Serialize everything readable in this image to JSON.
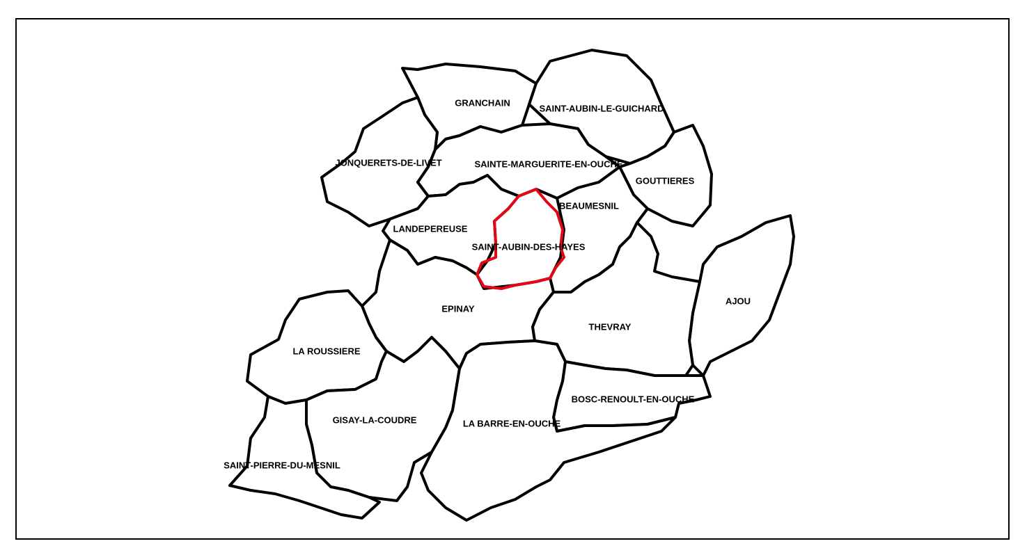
{
  "map": {
    "highlight_color": "#e30613",
    "border_color": "#000000",
    "communes": [
      {
        "id": "granchain",
        "label": "GRANCHAIN"
      },
      {
        "id": "saint-aubin-le-guichard",
        "label": "SAINT-AUBIN-LE-GUICHARD"
      },
      {
        "id": "jonquerets-de-livet",
        "label": "JONQUERETS-DE-LIVET"
      },
      {
        "id": "sainte-marguerite-en-ouche",
        "label": "SAINTE-MARGUERITE-EN-OUCHE"
      },
      {
        "id": "gouttieres",
        "label": "GOUTTIERES"
      },
      {
        "id": "beaumesnil",
        "label": "BEAUMESNIL"
      },
      {
        "id": "landepereuse",
        "label": "LANDEPEREUSE"
      },
      {
        "id": "saint-aubin-des-hayes",
        "label": "SAINT-AUBIN-DES-HAYES",
        "highlighted": true
      },
      {
        "id": "ajou",
        "label": "AJOU"
      },
      {
        "id": "epinay",
        "label": "EPINAY"
      },
      {
        "id": "thevray",
        "label": "THEVRAY"
      },
      {
        "id": "la-roussiere",
        "label": "LA ROUSSIERE"
      },
      {
        "id": "bosc-renoult-en-ouche",
        "label": "BOSC-RENOULT-EN-OUCHE"
      },
      {
        "id": "gisay-la-coudre",
        "label": "GISAY-LA-COUDRE"
      },
      {
        "id": "la-barre-en-ouche",
        "label": "LA BARRE-EN-OUCHE"
      },
      {
        "id": "saint-pierre-du-mesnil",
        "label": "SAINT-PIERRE-DU-MESNIL"
      }
    ]
  }
}
